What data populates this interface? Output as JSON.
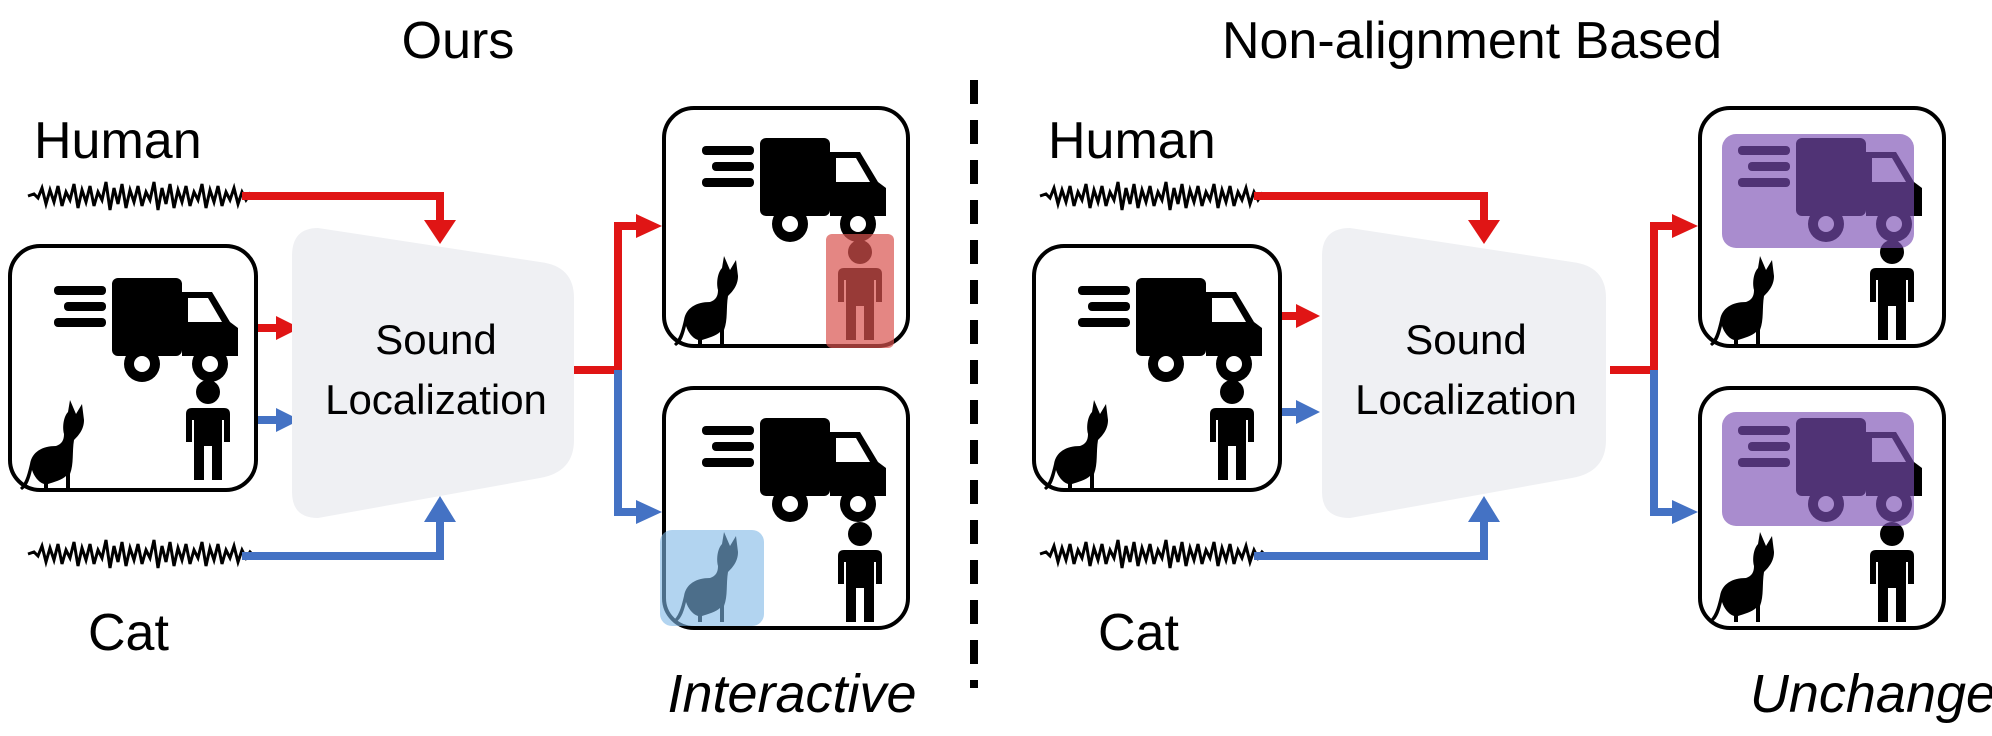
{
  "panels": {
    "left": {
      "title": "Ours",
      "audio_top_label": "Human",
      "audio_bottom_label": "Cat",
      "module_line1": "Sound",
      "module_line2": "Localization",
      "caption": "Interactive"
    },
    "right": {
      "title": "Non-alignment Based",
      "audio_top_label": "Human",
      "audio_bottom_label": "Cat",
      "module_line1": "Sound",
      "module_line2": "Localization",
      "caption": "Unchanged"
    }
  },
  "colors": {
    "human_arrow": "#e01515",
    "cat_arrow": "#4472c4",
    "human_highlight": "#d9534f",
    "cat_highlight": "#7fb7e6",
    "truck_highlight": "#7b4fb3",
    "module_fill": "#eff0f3",
    "divider": "#000000"
  },
  "icons": [
    "truck-icon",
    "cat-icon",
    "person-icon",
    "waveform-icon"
  ]
}
